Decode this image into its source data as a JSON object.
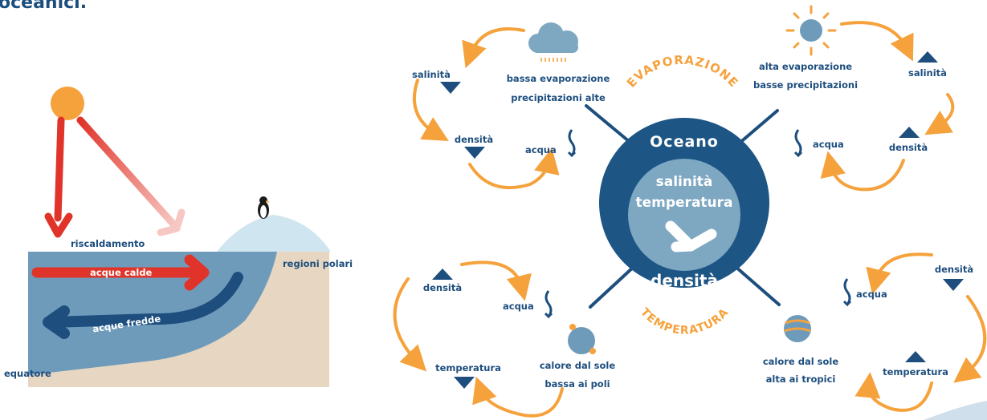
{
  "heading": "oceanici.",
  "left": {
    "heating": "riscaldamento",
    "warm_water": "acque calde",
    "cold_water": "acque fredde",
    "polar": "regioni polari",
    "equator": "equatore"
  },
  "center": {
    "title": "Oceano",
    "salinity": "salinità",
    "temperature": "temperatura",
    "density": "densità",
    "evaporation_arc": "EVAPORAZIONE",
    "temperature_arc": "TEMPERATURA"
  },
  "q_top_left": {
    "line1": "bassa evaporazione",
    "line2": "precipitazioni alte",
    "salinity": "salinità",
    "density": "densità",
    "water": "acqua"
  },
  "q_top_right": {
    "line1": "alta evaporazione",
    "line2": "basse precipitazioni",
    "salinity": "salinità",
    "density": "densità",
    "water": "acqua"
  },
  "q_bottom_left": {
    "density": "densità",
    "water": "acqua",
    "temperature": "temperatura",
    "line1": "calore dal sole",
    "line2": "bassa ai poli"
  },
  "q_bottom_right": {
    "density": "densità",
    "water": "acqua",
    "temperature": "temperatura",
    "line1": "calore dal sole",
    "line2": "alta ai tropici"
  },
  "colors": {
    "navy": "#1d4e7e",
    "orange": "#f5a23c",
    "red": "#e0342a",
    "ocean": "#6f9bbb",
    "sand": "#e7d6c1",
    "light_circle": "#7ea7c2"
  }
}
